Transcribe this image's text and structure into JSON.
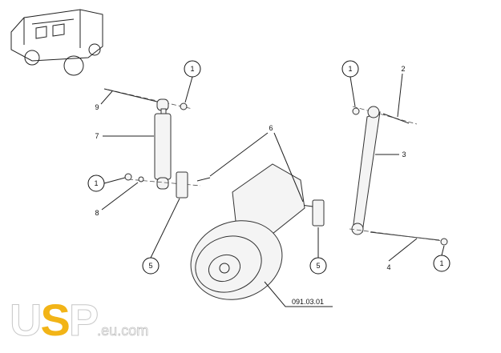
{
  "diagram": {
    "part_number": "091.03.01",
    "callouts": {
      "c1a": "1",
      "c1b": "1",
      "c1c": "1",
      "c1d": "1",
      "c5a": "5",
      "c5b": "5",
      "l9": "9",
      "l7": "7",
      "l8": "8",
      "l6": "6",
      "l2": "2",
      "l3": "3",
      "l4": "4"
    }
  },
  "logo": {
    "text": "USP.eu.com",
    "u": "U",
    "s": "S",
    "p": "P",
    "domain": ".eu.com"
  },
  "colors": {
    "logo_accent": "#f2b417"
  }
}
